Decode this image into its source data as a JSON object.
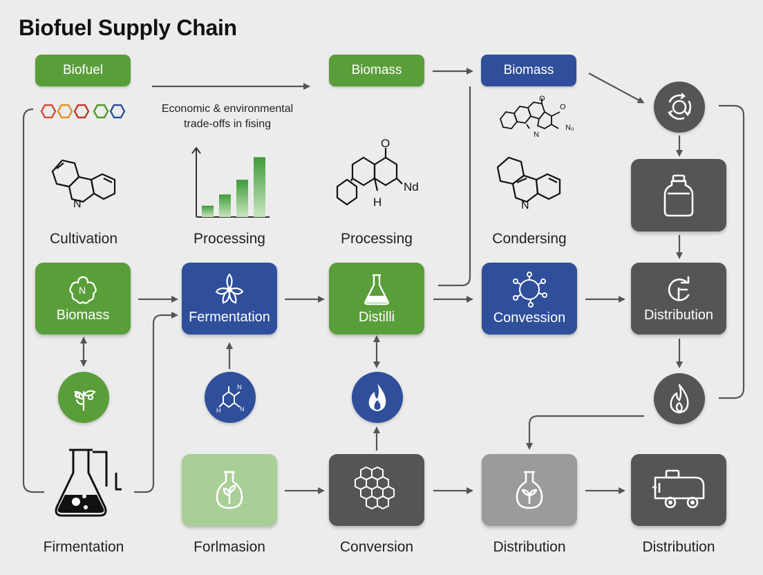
{
  "title": "Biofuel Supply Chain",
  "top_pills": {
    "biofuel": "Biofuel",
    "biomass_green": "Biomass",
    "biomass_blue": "Biomass"
  },
  "note": {
    "line1": "Economic & environmental",
    "line2": "trade-offs in fising"
  },
  "captions": {
    "cultivation": "Cultivation",
    "processing_1": "Processing",
    "processing_2": "Processing",
    "condersing": "Condersing",
    "firmentation": "Firmentation",
    "forlmasion": "Forlmasion",
    "conversion": "Conversion",
    "distribution_1": "Distribution",
    "distribution_2": "Distribution"
  },
  "nodes": {
    "biomass": "Biomass",
    "fermentation": "Fermentation",
    "distilli": "Distilli",
    "convession": "Convession",
    "distribution": "Distribution"
  },
  "molecule_labels": {
    "n": "N",
    "h": "H",
    "nd": "Nd",
    "o": "O",
    "no": "N₀"
  },
  "bar_chart": {
    "values": [
      1,
      2,
      3.3,
      5.3
    ],
    "ymax": 6
  },
  "colors": {
    "green": "#5a9e3a",
    "blue": "#2f4f9b",
    "dark_grey": "#555555",
    "grey": "#9b9b9b",
    "light_green": "#a8cf96"
  },
  "icons": [
    "hexagon-rings-icon",
    "flower-icon",
    "flask-icon",
    "network-icon",
    "refresh-icon",
    "sprout-icon",
    "molecule-icon",
    "flame-icon",
    "hexagon-cluster-icon",
    "tanker-truck-icon",
    "canister-icon",
    "recycle-icon"
  ]
}
